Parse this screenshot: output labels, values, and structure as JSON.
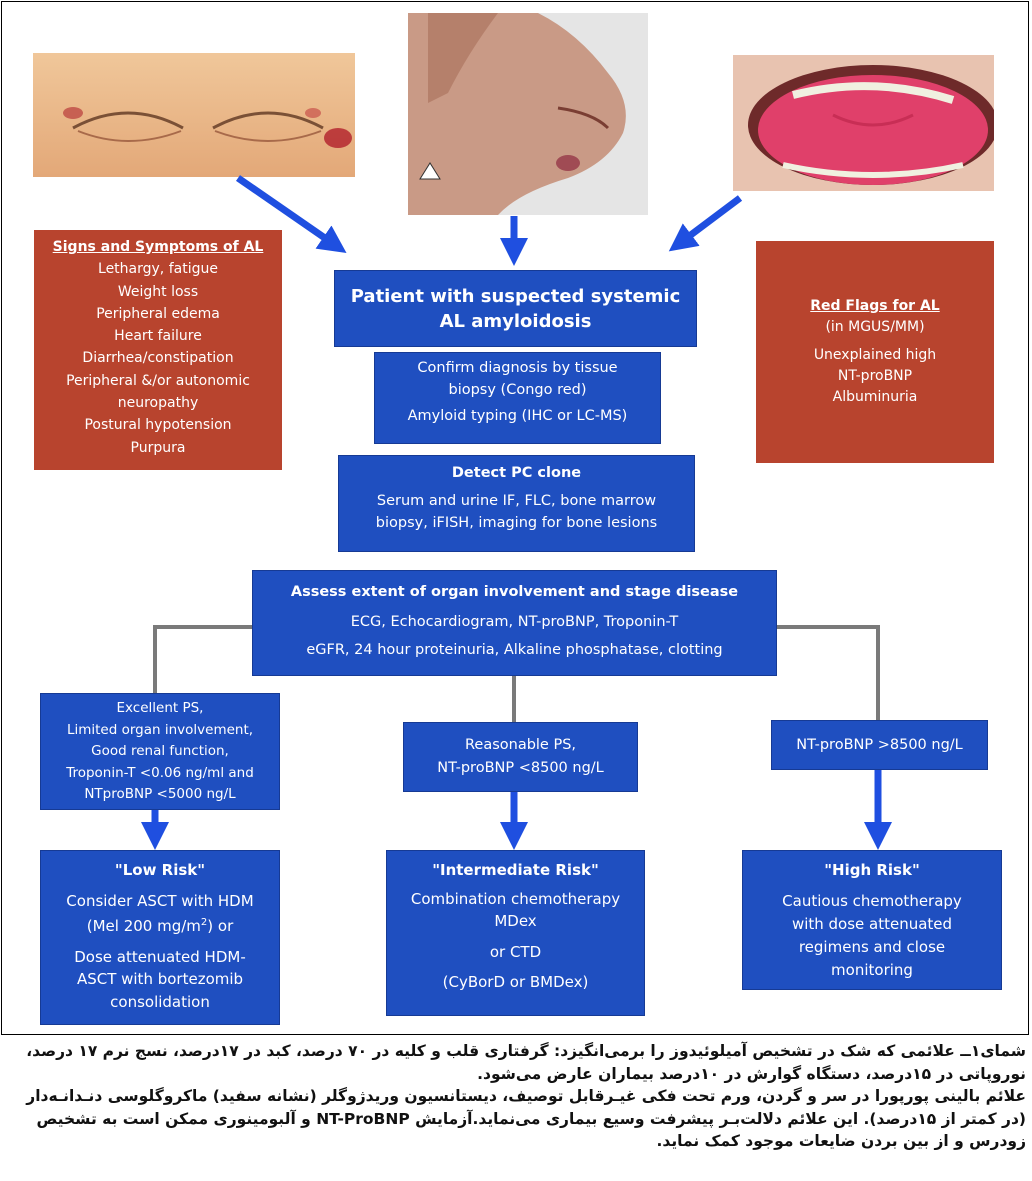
{
  "photos": {
    "eyes": "periorbital-purpura-photo",
    "neck": "neck-swelling-photo",
    "tongue": "macroglossia-tongue-photo"
  },
  "signs": {
    "title": "Signs and Symptoms of AL",
    "items": [
      "Lethargy, fatigue",
      "Weight loss",
      "Peripheral edema",
      "Heart failure",
      "Diarrhea/constipation",
      "Peripheral &/or autonomic",
      "neuropathy",
      "Postural hypotension",
      "Purpura"
    ]
  },
  "red_flags": {
    "title": "Red Flags for AL",
    "subtitle": "(in MGUS/MM)",
    "items": [
      "Unexplained high",
      "NT-proBNP",
      "Albuminuria"
    ]
  },
  "patient": {
    "line1": "Patient with suspected systemic",
    "line2": "AL amyloidosis"
  },
  "confirm": {
    "line1": "Confirm diagnosis by tissue",
    "line2": "biopsy (Congo red)",
    "line3": "Amyloid typing (IHC or LC-MS)"
  },
  "detect": {
    "title": "Detect PC clone",
    "line1": "Serum and urine IF, FLC, bone marrow",
    "line2": "biopsy, iFISH, imaging for bone lesions"
  },
  "assess": {
    "title": "Assess extent of organ involvement and stage disease",
    "line1": "ECG, Echocardiogram, NT-proBNP, Troponin-T",
    "line2": "eGFR, 24 hour proteinuria, Alkaline phosphatase, clotting"
  },
  "criteria": {
    "low": [
      "Excellent  PS,",
      "Limited organ involvement,",
      "Good renal function,",
      "Troponin-T <0.06 ng/ml and",
      "NTproBNP <5000 ng/L"
    ],
    "intermediate": [
      "Reasonable PS,",
      "NT-proBNP <8500 ng/L"
    ],
    "high": [
      "NT-proBNP >8500 ng/L"
    ]
  },
  "low_risk": {
    "title": "\"Low Risk\"",
    "line1": "Consider  ASCT with HDM",
    "line2_pre": "(Mel 200 mg/m",
    "line2_sup": "2",
    "line2_post": ") or",
    "line3": "Dose attenuated HDM-",
    "line4": "ASCT with bortezomib",
    "line5": "consolidation"
  },
  "intermediate_risk": {
    "title": "\"Intermediate Risk\"",
    "line1": "Combination chemotherapy",
    "line2": "MDex",
    "line3": "or CTD",
    "line4": "(CyBorD or BMDex)"
  },
  "high_risk": {
    "title": "\"High Risk\"",
    "line1": "Cautious chemotherapy",
    "line2": "with dose attenuated",
    "line3": "regimens and close",
    "line4": "monitoring"
  },
  "caption": {
    "p1": "شمای۱ــ علائمی که شک در تشخیص آمیلوئیدوز را برمی‌انگیزد: گرفتاری قلب و کلیه در ۷۰ درصد، کبد در ۱۷درصد، نسج نرم ۱۷ درصد، نوروپاتی در ۱۵درصد، دستگاه گوارش در ۱۰درصد بیماران عارض می‌شود.",
    "p2": "علائم بالینی پورپورا در سر و گردن، ورم تحت فکی غیـرقابل توصیف، دیستانسیون وریدژوگلر (نشانه سفید) ماکروگلوسی دنـدانـه‌دار (در کمتر از ۱۵درصد). این علائم دلالت‌بـر پیشرفت وسیع بیماری می‌نماید.آزمایش NT-ProBNP و آلبومینوری ممکن است به تشخیص زودرس و از بین بردن ضایعات موجود کمک نماید."
  },
  "colors": {
    "blue_box": "#1f4fc0",
    "red_box": "#b8442e",
    "arrow": "#1f4fe0",
    "connector": "#7a7a7a"
  }
}
